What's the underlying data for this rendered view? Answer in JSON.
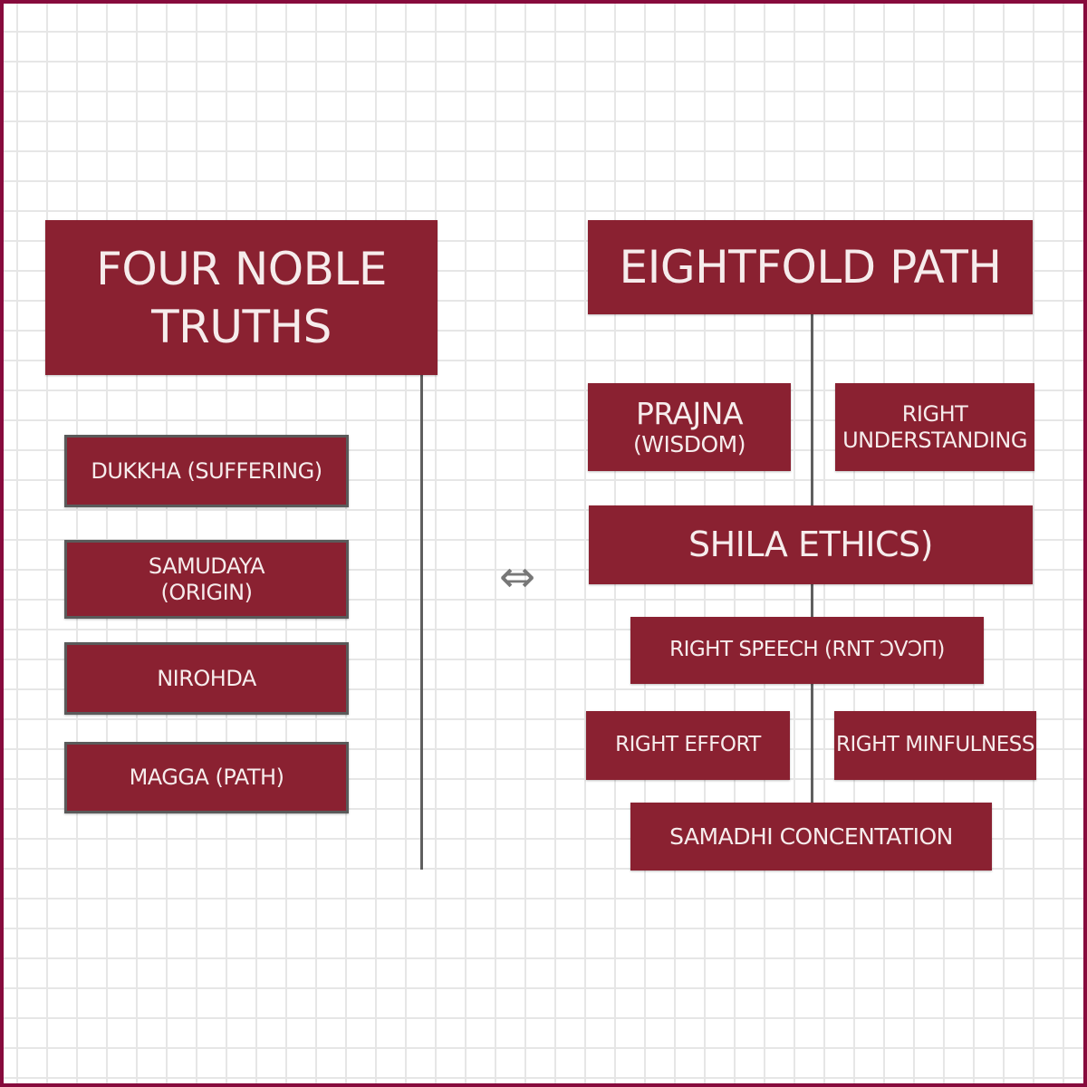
{
  "colors": {
    "frame_border": "#870b3d",
    "box_fill": "#8a2131",
    "box_text": "#f6ecec",
    "connector": "#5f5f5f",
    "grid": "#e6e6e6"
  },
  "left": {
    "title": {
      "line1": "FOUR NOBLE",
      "line2": "TRUTHS"
    },
    "items": [
      {
        "line1": "DUKKHA (SUFFERING)"
      },
      {
        "line1": "SAMUDAYA",
        "line2": "(ORIGIN)"
      },
      {
        "line1": "NIROHDA"
      },
      {
        "line1": "MAGGA (PATH)"
      }
    ]
  },
  "connector_arrow": {
    "icon": "double-arrow-icon",
    "glyph": "⇔"
  },
  "right": {
    "title": "EIGHTFOLD PATH",
    "prajna": {
      "line1": "PRAJNA",
      "line2": "(WISDOM)"
    },
    "right_understanding": {
      "line1": "RIGHT",
      "line2": "UNDERSTANDING"
    },
    "shila": "SHILA ETHICS)",
    "right_speech": "RIGHT SPEECH (RNT ƆVƆΠ)",
    "right_effort": "RIGHT EFFORT",
    "right_mindfulness": "RIGHT MINFULNESS",
    "samadhi": "SAMADHI CONCENTATION"
  }
}
